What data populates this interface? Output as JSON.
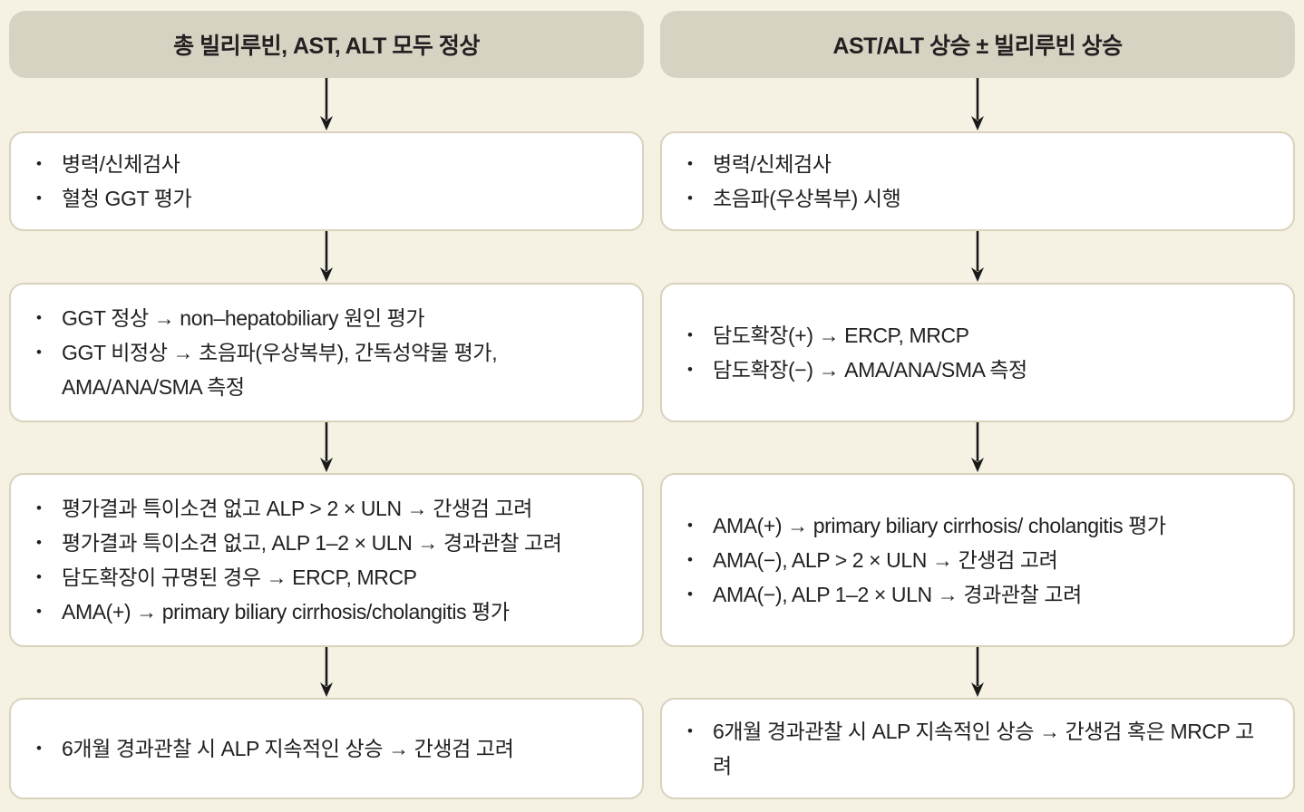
{
  "page": {
    "background": "#f5f2e3",
    "header_bg": "#d7d3c2",
    "box_bg": "#ffffff",
    "box_border": "#d9d3bd",
    "text_color": "#232021",
    "arrow_color": "#1a1a1a"
  },
  "bullet": "•",
  "columns": [
    {
      "header": "총 빌리루빈, AST, ALT 모두 정상",
      "boxes": [
        {
          "items": [
            "병력/신체검사",
            "혈청 GGT 평가"
          ]
        },
        {
          "items": [
            "GGT 정상 → non–hepatobiliary 원인 평가",
            "GGT 비정상 → 초음파(우상복부), 간독성약물 평가, AMA/ANA/SMA 측정"
          ]
        },
        {
          "items": [
            "평가결과 특이소견 없고 ALP > 2 × ULN → 간생검 고려",
            "평가결과 특이소견 없고, ALP 1–2 × ULN → 경과관찰 고려",
            "담도확장이 규명된 경우  → ERCP, MRCP",
            "AMA(+)  → primary biliary cirrhosis/cholangitis 평가"
          ]
        },
        {
          "items": [
            "6개월 경과관찰 시 ALP 지속적인 상승 → 간생검 고려"
          ]
        }
      ]
    },
    {
      "header": "AST/ALT 상승 ± 빌리루빈 상승",
      "boxes": [
        {
          "items": [
            "병력/신체검사",
            "초음파(우상복부) 시행"
          ]
        },
        {
          "items": [
            "담도확장(+) → ERCP, MRCP",
            "담도확장(−) → AMA/ANA/SMA 측정"
          ]
        },
        {
          "items": [
            "AMA(+) → primary biliary cirrhosis/ cholangitis 평가",
            "AMA(−), ALP > 2 × ULN → 간생검 고려",
            "AMA(−), ALP 1–2 × ULN → 경과관찰 고려"
          ]
        },
        {
          "items": [
            "6개월 경과관찰 시 ALP 지속적인 상승 → 간생검 혹은 MRCP 고려"
          ]
        }
      ]
    }
  ]
}
